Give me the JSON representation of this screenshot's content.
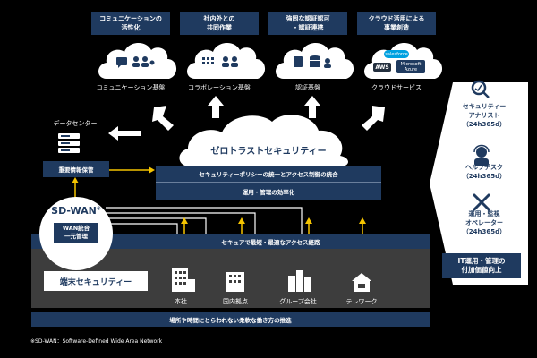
{
  "top_boxes": [
    {
      "text": "コミュニケーションの\n活性化"
    },
    {
      "text": "社内外との\n共同作業"
    },
    {
      "text": "強固な認証認可\n・認証連携"
    },
    {
      "text": "クラウド活用による\n事業創造"
    }
  ],
  "clouds": [
    {
      "label": "コミュニケーション基盤"
    },
    {
      "label": "コラボレーション基盤"
    },
    {
      "label": "認証基盤"
    },
    {
      "label": "クラウドサービス"
    }
  ],
  "cloud_logos": {
    "salesforce": "salesforce",
    "aws": "AWS",
    "azure": "Microsoft\nAzure"
  },
  "datacenter": {
    "label": "データセンター",
    "box": "重要情報保管"
  },
  "zero_trust": {
    "title": "ゼロトラストセキュリティー",
    "row1": "セキュリティーポリシーの統一とアクセス制御の統合",
    "row2": "運用・管理の効率化"
  },
  "sdwan": {
    "title": "SD-WAN",
    "sup": "®",
    "box": "WAN統合\n一元管理"
  },
  "access_bar": "セキュアで最短・最適なアクセス経路",
  "endpoint": "端末セキュリティー",
  "locations": [
    {
      "label": "本社"
    },
    {
      "label": "国内拠点"
    },
    {
      "label": "グループ会社"
    },
    {
      "label": "テレワーク"
    }
  ],
  "bottom_bar": "場所や時間にとらわれない柔軟な働き方の推進",
  "footnote": "※SD-WAN：Software-Defined Wide Area Network",
  "side_panel": {
    "roles": [
      {
        "text": "セキュリティー\nアナリスト\n（24h365d）"
      },
      {
        "text": "ヘルプデスク\n（24h365d）"
      },
      {
        "text": "運用・監視\nオペレーター\n（24h365d）"
      }
    ],
    "bottom": "IT運用・管理の\n付加価値向上"
  },
  "colors": {
    "navy": "#1f3a5f",
    "yellow": "#f5c400",
    "gray": "#3d3d3d",
    "white": "#ffffff"
  }
}
